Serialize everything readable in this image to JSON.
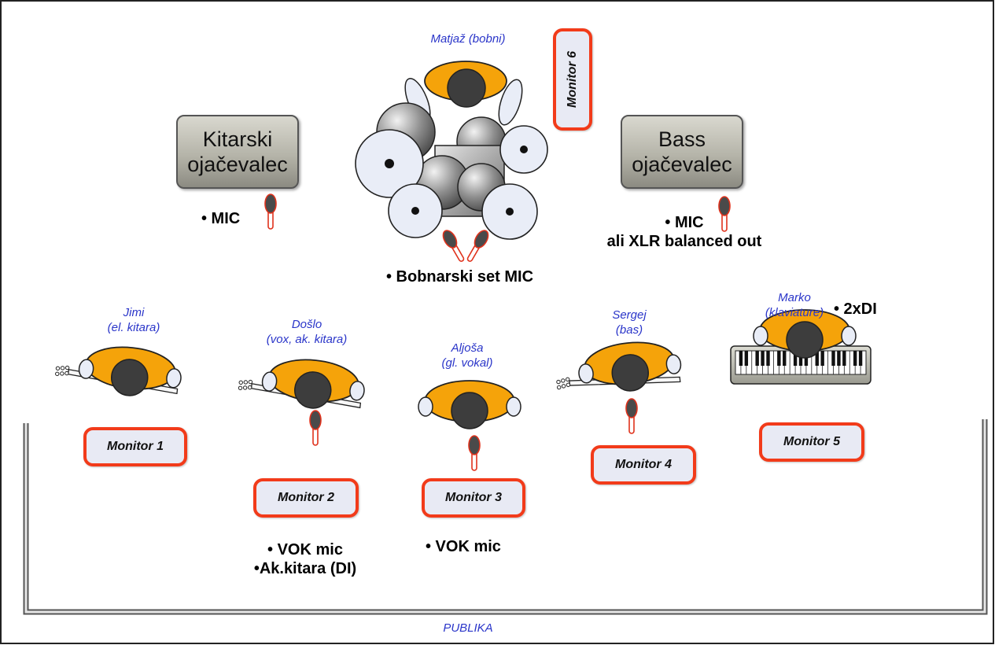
{
  "amplifiers": {
    "guitar": {
      "line1": "Kitarski",
      "line2": "ojačevalec"
    },
    "bass": {
      "line1": "Bass",
      "line2": "ojačevalec"
    }
  },
  "musicians": {
    "drums": "Matjaž (bobni)",
    "jimi": {
      "line1": "Jimi",
      "line2": "(el. kitara)"
    },
    "doslo": {
      "line1": "Došlo",
      "line2": "(vox, ak. kitara)"
    },
    "aljosa": {
      "line1": "Aljoša",
      "line2": "(gl. vokal)"
    },
    "sergej": {
      "line1": "Sergej",
      "line2": "(bas)"
    },
    "marko": {
      "line1": "Marko",
      "line2": "(klaviature)"
    }
  },
  "monitors": {
    "m1": "Monitor 1",
    "m2": "Monitor 2",
    "m3": "Monitor 3",
    "m4": "Monitor 4",
    "m5": "Monitor 5",
    "m6": "Monitor 6"
  },
  "notes": {
    "guitar_amp_mic": "• MIC",
    "bass_amp_mic": "• MIC",
    "bass_amp_alt": "ali XLR balanced out",
    "drum_mic": "• Bobnarski set MIC",
    "keys_di": "• 2xDI",
    "doslo_vok": "• VOK mic",
    "doslo_ak": "•Ak.kitara (DI)",
    "aljosa_vok": "• VOK mic"
  },
  "audience": "PUBLIKA",
  "colors": {
    "body": "#f5a30a",
    "head": "#3d3d3d",
    "monitor_border": "#f23b1a",
    "name_text": "#2a35c9",
    "mic_head": "#4a4a4a",
    "mic_handle": "#e0321c"
  }
}
